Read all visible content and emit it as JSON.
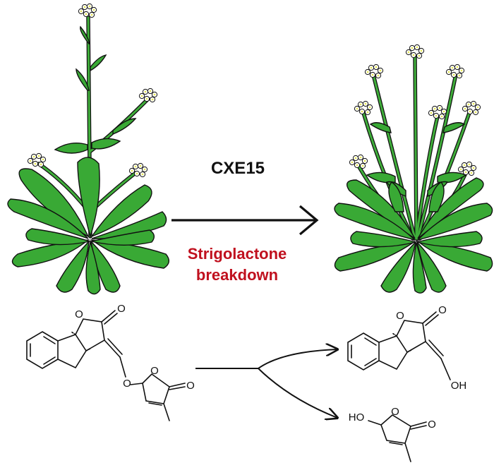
{
  "enzyme_label": "CXE15",
  "process_label_line1": "Strigolactone",
  "process_label_line2": "breakdown",
  "atoms": {
    "O": "O",
    "OH": "OH",
    "HO": "HO"
  },
  "colors": {
    "leaf": "#39a935",
    "outline": "#111111",
    "process_text": "#c0101e",
    "flower": "#ffffff",
    "flower_center": "#e8e85a"
  }
}
